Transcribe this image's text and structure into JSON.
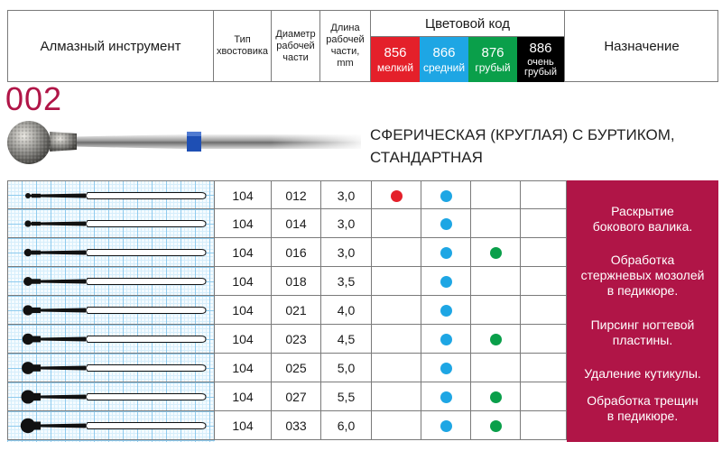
{
  "header": {
    "tool_label": "Алмазный инструмент",
    "shank_label": [
      "Тип",
      "хвостовика"
    ],
    "diameter_label": [
      "Диаметр",
      "рабочей",
      "части"
    ],
    "length_label": [
      "Длина",
      "рабочей",
      "части,",
      "mm"
    ],
    "color_code_title": "Цветовой код",
    "purpose_label": "Назначение",
    "grits": [
      {
        "code": "856",
        "label": "мелкий",
        "color": "#e4202a"
      },
      {
        "code": "866",
        "label": "средний",
        "color": "#1ea6e4"
      },
      {
        "code": "876",
        "label": "грубый",
        "color": "#0a9f4a"
      },
      {
        "code": "886",
        "label": "очень грубый",
        "color": "#000000"
      }
    ]
  },
  "product": {
    "code": "002",
    "description_line1": "СФЕРИЧЕСКАЯ (КРУГЛАЯ) С БУРТИКОМ,",
    "description_line2": "СТАНДАРТНАЯ",
    "brand_color": "#b01547"
  },
  "rows": [
    {
      "shank": "104",
      "diameter": "012",
      "length": "3,0",
      "grits": [
        "red",
        "blue"
      ]
    },
    {
      "shank": "104",
      "diameter": "014",
      "length": "3,0",
      "grits": [
        "blue"
      ]
    },
    {
      "shank": "104",
      "diameter": "016",
      "length": "3,0",
      "grits": [
        "blue",
        "green"
      ]
    },
    {
      "shank": "104",
      "diameter": "018",
      "length": "3,5",
      "grits": [
        "blue"
      ]
    },
    {
      "shank": "104",
      "diameter": "021",
      "length": "4,0",
      "grits": [
        "blue"
      ]
    },
    {
      "shank": "104",
      "diameter": "023",
      "length": "4,5",
      "grits": [
        "blue",
        "green"
      ]
    },
    {
      "shank": "104",
      "diameter": "025",
      "length": "5,0",
      "grits": [
        "blue"
      ]
    },
    {
      "shank": "104",
      "diameter": "027",
      "length": "5,5",
      "grits": [
        "blue",
        "green"
      ]
    },
    {
      "shank": "104",
      "diameter": "033",
      "length": "6,0",
      "grits": [
        "blue",
        "green"
      ]
    }
  ],
  "purposes": [
    {
      "line1": "Раскрытие",
      "line2": "бокового валика."
    },
    {
      "line1": "Обработка",
      "line2": "стержневых мозолей",
      "line3": "в педикюре."
    },
    {
      "line1": "Пирсинг ногтевой",
      "line2": "пластины."
    },
    {
      "line1": "Удаление кутикулы."
    },
    {
      "line1": "Обработка трещин",
      "line2": "в педикюре."
    }
  ]
}
